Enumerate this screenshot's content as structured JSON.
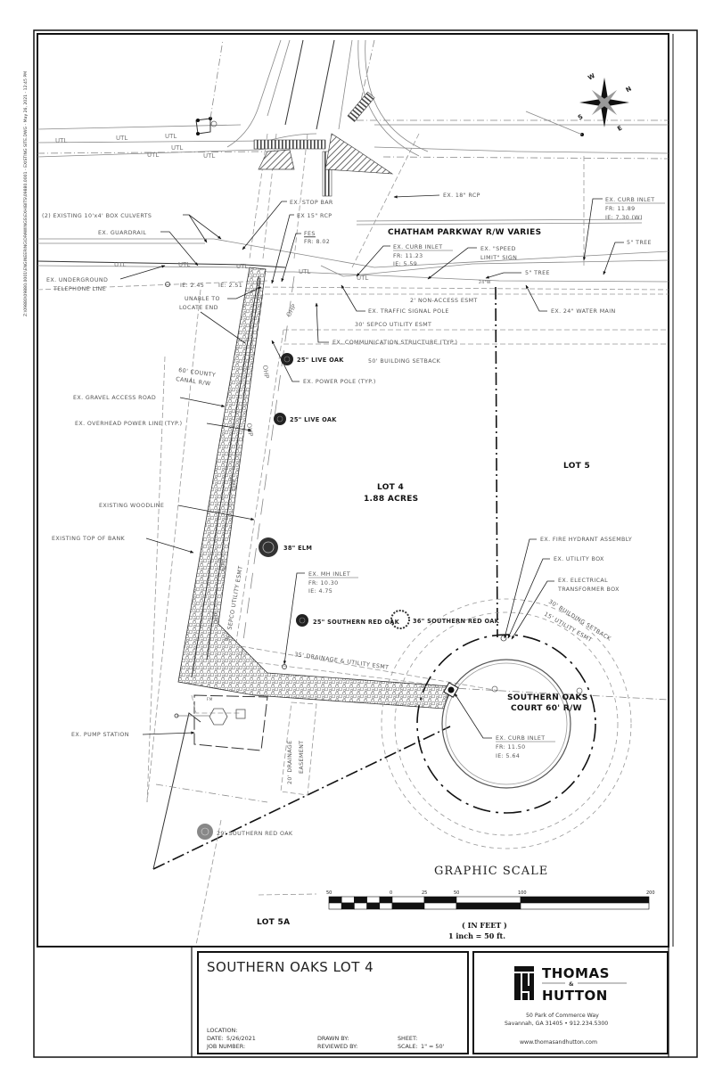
{
  "margin_path": "Z:\\09880\\09880.0001\\ENGINEERING\\DRAWINGS\\EXHIBITS\\09880.0001 - EXISTING SITE.DWG - May 26, 2021 - 12:45 PM",
  "north_arrow": {
    "icon": "compass-rose-icon",
    "labels": [
      "W",
      "N",
      "E",
      "S"
    ]
  },
  "road": {
    "name": "CHATHAM PARKWAY R/W VARIES",
    "utl_tags": [
      "UTL",
      "UTL",
      "UTL",
      "UTL",
      "UTL",
      "UTL",
      "UTL",
      "UTL",
      "UTL",
      "UTL",
      "UTL"
    ],
    "water_tag": "24\"W"
  },
  "callouts": {
    "box_culverts": "(2) EXISTING 10'x4' BOX CULVERTS",
    "guardrail": "EX. GUARDRAIL",
    "stop_bar": "EX. STOP BAR",
    "rcp15": "EX 15\" RCP",
    "fes_title": "FES",
    "fes_fr": "FR: 8.02",
    "rcp18": "EX. 18\" RCP",
    "curb_inlet_ne_title": "EX. CURB INLET",
    "curb_inlet_ne_fr": "FR: 11.89",
    "curb_inlet_ne_ie": "IE: 7.30 (W)",
    "tree5_a": "5\" TREE",
    "curb_inlet_n_title": "EX. CURB INLET",
    "curb_inlet_n_fr": "FR: 11.23",
    "curb_inlet_n_ie": "IE: 5.59",
    "speed_sign_1": "EX. \"SPEED",
    "speed_sign_2": "LIMIT\" SIGN",
    "tree5_b": "5\" TREE",
    "underground_tel_1": "EX. UNDERGROUND",
    "underground_tel_2": "TELEPHONE LINE",
    "ie_245": "IE: 2.45",
    "ie_251": "IE: 2.51",
    "unable_1": "UNABLE TO",
    "unable_2": "LOCATE END",
    "non_access": "2' NON-ACCESS ESMT",
    "traffic_signal": "EX. TRAFFIC SIGNAL POLE",
    "water_main": "EX. 24\" WATER MAIN",
    "sepco_30": "30' SEPCO UTILITY ESMT",
    "comm_structure": "EX. COMMUNICATION STRUCTURE (TYP.)",
    "building_setback_50": "50' BUILDING SETBACK",
    "county_canal_1": "60' COUNTY",
    "county_canal_2": "CANAL R/W",
    "power_pole": "EX. POWER POLE (TYP.)",
    "gravel_road": "EX. GRAVEL ACCESS ROAD",
    "overhead_power": "EX. OVERHEAD POWER LINE (TYP.)",
    "woodline": "EXISTING WOODLINE",
    "top_of_bank": "EXISTING TOP OF BANK",
    "sepco_vertical": "30' SEPCO UTILITY ESMT",
    "ohp": "OHP",
    "mh_inlet_title": "EX. MH INLET",
    "mh_inlet_fr": "FR: 10.30",
    "mh_inlet_ie": "IE: 4.75",
    "drainage_35": "35' DRAINAGE & UTILITY ESMT",
    "fire_hydrant": "EX. FIRE HYDRANT ASSEMBLY",
    "utility_box": "EX. UTILITY BOX",
    "transformer_1": "EX. ELECTRICAL",
    "transformer_2": "TRANSFORMER BOX",
    "building_setback_30": "30' BUILDING SETBACK",
    "utility_esmt_15": "15' UTILITY ESMT",
    "court_1": "SOUTHERN OAKS",
    "court_2": "COURT 60' R/W",
    "curb_inlet_s_title": "EX. CURB INLET",
    "curb_inlet_s_fr": "FR: 11.50",
    "curb_inlet_s_ie": "IE: 5.64",
    "pump_station": "EX. PUMP STATION",
    "fm": "FM",
    "drainage_20_1": "20' DRAINAGE",
    "drainage_20_2": "EASEMENT"
  },
  "trees": [
    {
      "label": "25\" LIVE OAK"
    },
    {
      "label": "25\" LIVE OAK"
    },
    {
      "label": "38\" ELM"
    },
    {
      "label": "25\" SOUTHERN RED OAK"
    },
    {
      "label": "36\" SOUTHERN RED OAK"
    },
    {
      "label": "29' SOUTHERN RED OAK"
    }
  ],
  "lots": {
    "lot4_name": "LOT 4",
    "lot4_area": "1.88 ACRES",
    "lot5": "LOT 5",
    "lot5a": "LOT 5A"
  },
  "graphic_scale": {
    "title": "GRAPHIC SCALE",
    "ticks": [
      "50",
      "0",
      "25",
      "50",
      "100",
      "200"
    ],
    "units": "( IN FEET )",
    "ratio": "1 inch =  50   ft."
  },
  "title_block": {
    "project": "SOUTHERN OAKS LOT 4",
    "location_label": "LOCATION:",
    "date_label": "DATE:",
    "date_value": "5/26/2021",
    "job_label": "JOB NUMBER:",
    "drawn_label": "DRAWN BY:",
    "reviewed_label": "REVIEWED BY:",
    "sheet_label": "SHEET:",
    "scale_label": "SCALE:",
    "scale_value": "1\" = 50'"
  },
  "company": {
    "name_1": "THOMAS",
    "amp": "&",
    "name_2": "HUTTON",
    "address_1": "50 Park of Commerce Way",
    "address_2": "Savannah, GA  31405  •  912.234.5300",
    "website": "www.thomasandhutton.com"
  }
}
